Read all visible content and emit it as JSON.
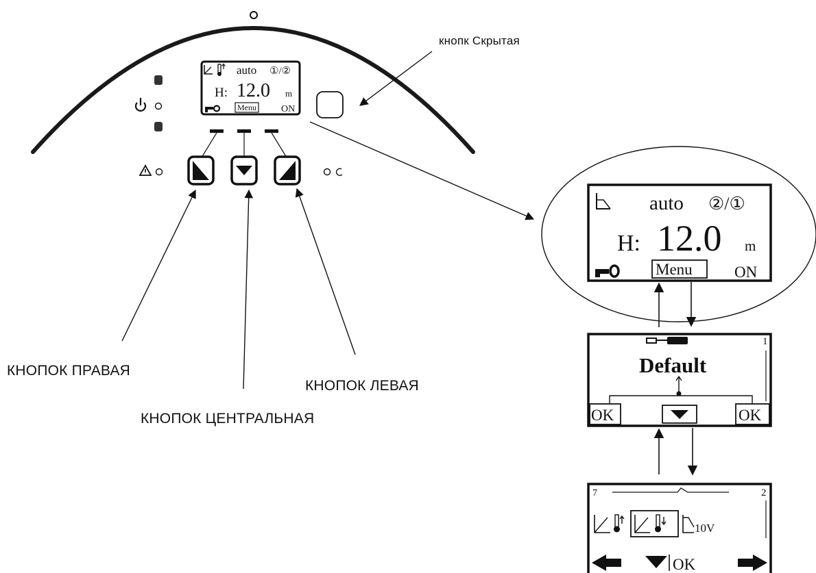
{
  "labels": {
    "hidden_button": "кнопк Скрытая",
    "right_button": "КНОПОК ПРАВАЯ",
    "center_button": "КНОПОК ЦЕНТРАЛЬНАЯ",
    "left_button": "КНОПОК ЛЕВАЯ"
  },
  "device_screen": {
    "mode": "auto",
    "circuits": "①/②",
    "h_label": "H:",
    "h_value": "12.0",
    "unit": "m",
    "menu": "Menu",
    "state": "ON"
  },
  "zoom_screen": {
    "mode": "auto",
    "circuits": "②/①",
    "h_label": "H:",
    "h_value": "12.0",
    "unit": "m",
    "menu": "Menu",
    "state": "ON"
  },
  "default_screen": {
    "title": "Default",
    "page": "1",
    "left_soft": "OK",
    "right_soft": "OK"
  },
  "curve_screen": {
    "top_left": "7",
    "top_right": "2",
    "voltage": "10V",
    "center_soft": "OK"
  },
  "icons": [
    "power-icon",
    "warning-icon",
    "key-icon",
    "wrench-icon",
    "thermometer-icon",
    "arrow-left-icon",
    "arrow-right-icon",
    "arrow-down-icon"
  ]
}
